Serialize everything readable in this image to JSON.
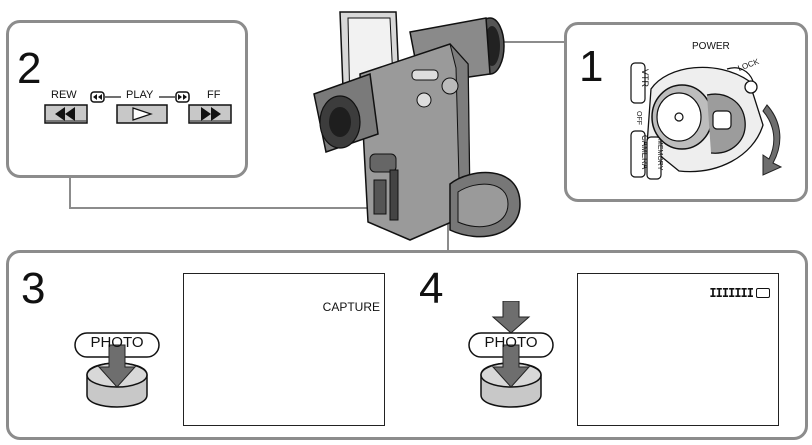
{
  "steps": {
    "step1": {
      "number": "1",
      "power_label": "POWER",
      "lock_label": "LOCK",
      "vtr_label": "VTR",
      "off_label": "OFF",
      "camera_label": "CAMERA",
      "memory_label": "MEMORY"
    },
    "step2": {
      "number": "2",
      "rew_label": "REW",
      "play_label": "PLAY",
      "ff_label": "FF"
    },
    "step3": {
      "number": "3",
      "photo_label": "PHOTO",
      "screen_text": "CAPTURE"
    },
    "step4": {
      "number": "4",
      "photo_label": "PHOTO",
      "screen_indicator": "IIIIIII"
    }
  },
  "colors": {
    "panel_border": "#8c8c8c",
    "callout_line": "#8c8c8c",
    "button_fill": "#c8c8c8",
    "arrow_fill": "#6e6e6e",
    "camera_body": "#9a9a9a"
  }
}
